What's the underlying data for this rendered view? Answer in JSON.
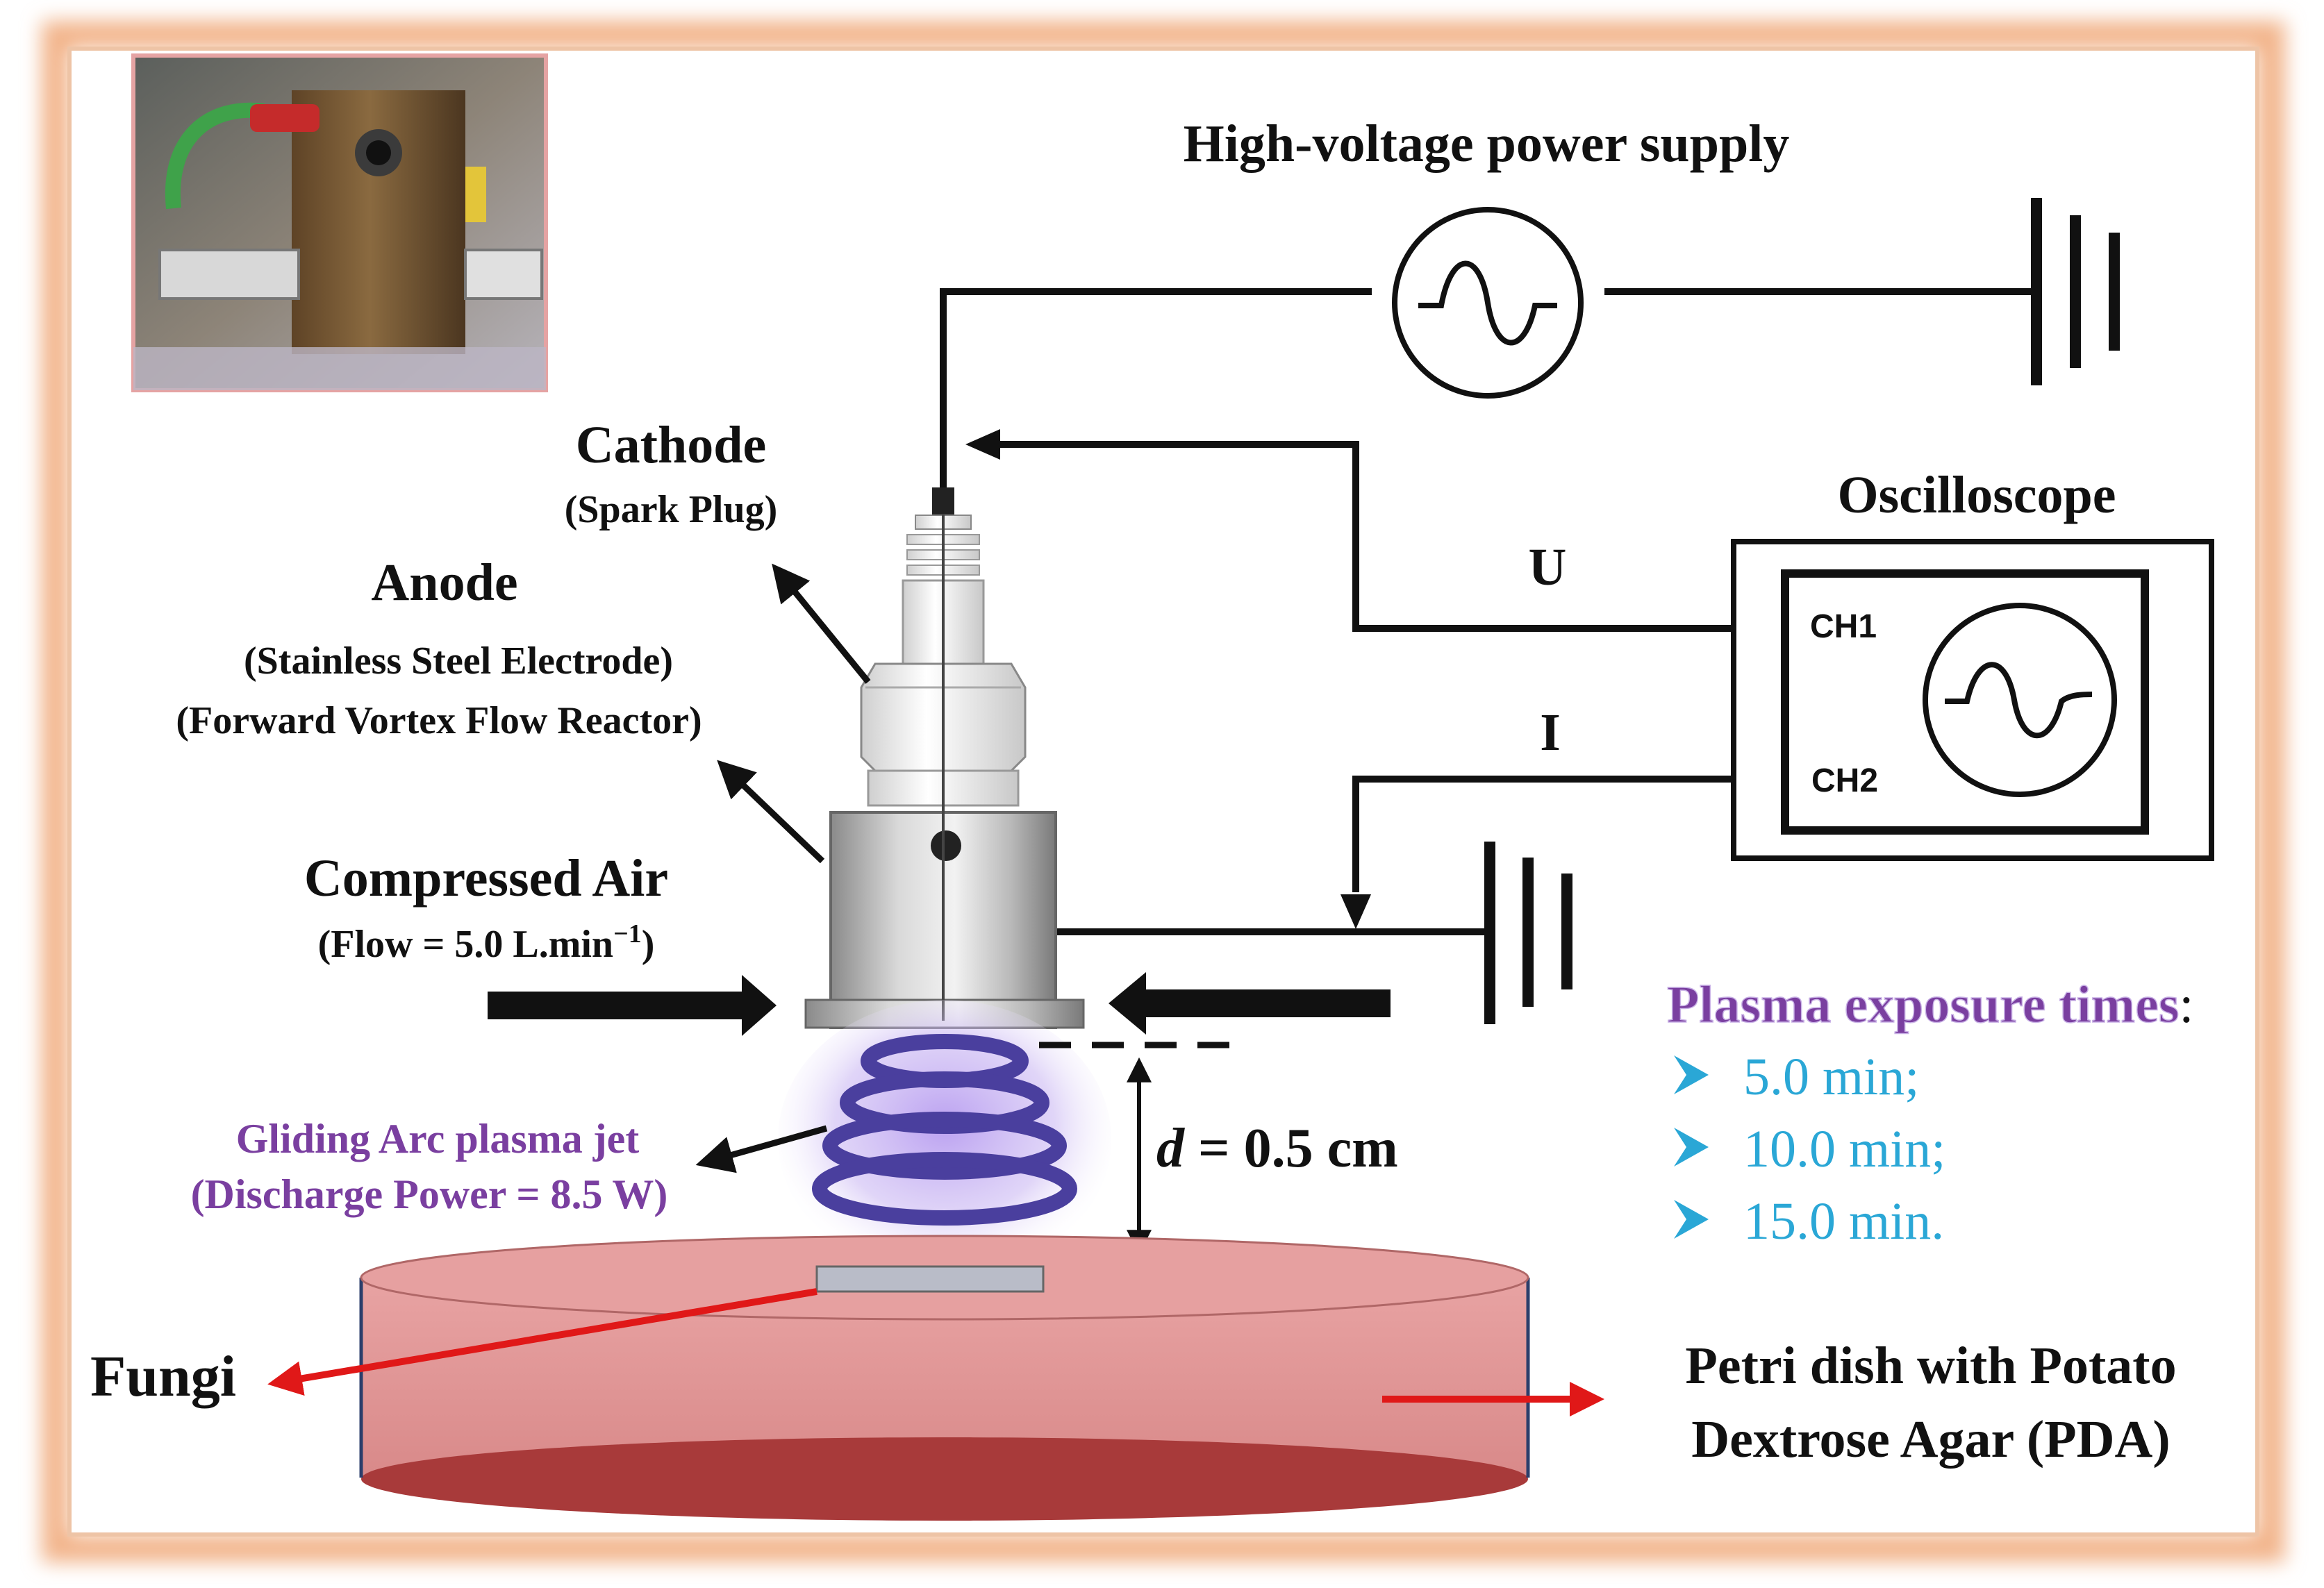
{
  "labels": {
    "power_supply": "High-voltage power supply",
    "oscilloscope": "Oscilloscope",
    "ch1": "CH1",
    "ch2": "CH2",
    "u": "U",
    "i": "I",
    "cathode": "Cathode",
    "cathode_sub": "(Spark Plug)",
    "anode": "Anode",
    "anode_sub1": "(Stainless Steel Electrode)",
    "anode_sub2": "(Forward Vortex Flow Reactor)",
    "air_title": "Compressed Air",
    "air_flow_prefix": "(Flow = 5.0 L.min",
    "air_flow_exp": "−1",
    "air_flow_suffix": ")",
    "jet_title": "Gliding Arc plasma jet",
    "jet_power": "(Discharge Power = 8.5 W)",
    "distance_var": "d",
    "distance_val": " = 0.5 cm",
    "fungi": "Fungi",
    "petri_line1": "Petri dish with Potato",
    "petri_line2": "Dextrose Agar (PDA)"
  },
  "exposure": {
    "title": "Plasma exposure times",
    "title_suffix": ":",
    "items": [
      "5.0 min;",
      "10.0 min;",
      "15.0 min."
    ]
  },
  "colors": {
    "frame_glow": "#f2b48a",
    "exposure_title": "#7a3fa0",
    "exposure_items": "#2aa7d6",
    "jet_text": "#7a3fa0",
    "plasma_coil": "#4a3f9e",
    "plasma_glow": "#9b7fe0",
    "dish_top": "#e6a0a0",
    "dish_side": "#d98888",
    "dish_bottom": "#a83a3a",
    "arrow_red": "#e01818"
  }
}
